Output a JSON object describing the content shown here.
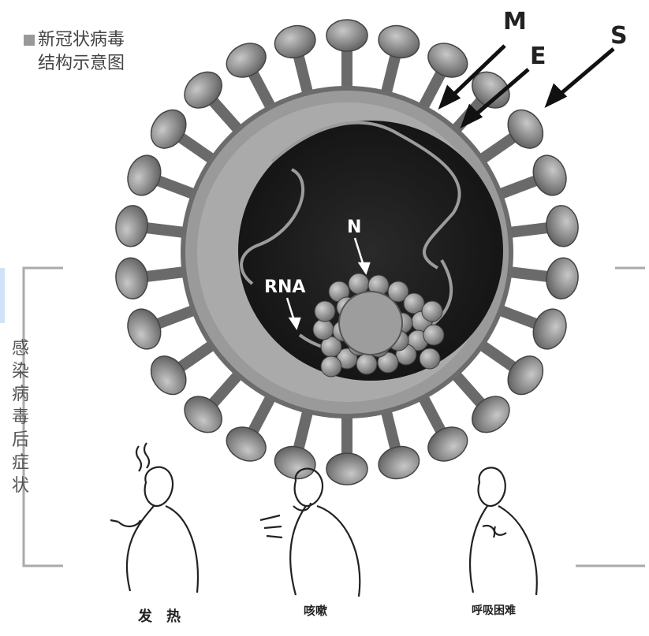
{
  "title": {
    "line1": "新冠状病毒",
    "line2": "结构示意图"
  },
  "sidebar": {
    "chars": [
      "感",
      "染",
      "病",
      "毒",
      "后",
      "症",
      "状"
    ]
  },
  "labels": {
    "m": "M",
    "e": "E",
    "s": "S",
    "n": "N",
    "rna": "RNA"
  },
  "symptoms": [
    {
      "caption": "发热"
    },
    {
      "caption": "咳嗽"
    },
    {
      "caption": "呼吸困难"
    }
  ]
}
